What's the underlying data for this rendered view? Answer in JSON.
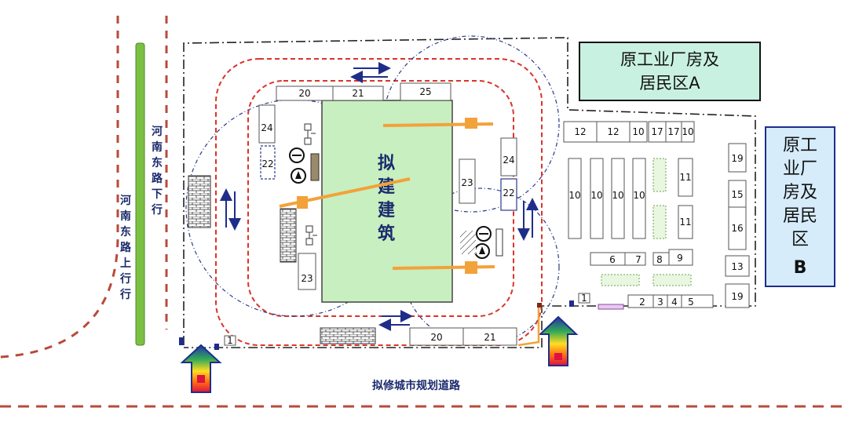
{
  "road_left_down": [
    "河",
    "南",
    "东",
    "路",
    "下",
    "行"
  ],
  "road_left_up": [
    "河",
    "南",
    "东",
    "路",
    "上",
    "行",
    "行"
  ],
  "road_bottom": "拟修城市规划道路",
  "building": [
    "拟",
    "建",
    "建",
    "筑"
  ],
  "area_a": {
    "line1": "原工业厂房及",
    "line2": "居民区A"
  },
  "area_b": [
    "原工",
    "业厂",
    "房及",
    "居民",
    "区",
    "B"
  ],
  "labels": {
    "l20_top": "20",
    "l21_top": "21",
    "l25": "25",
    "l24_left": "24",
    "l22_left": "22",
    "l23_left": "23",
    "l23_right": "23",
    "l24_right": "24",
    "l22_right": "22",
    "l20_bottom": "20",
    "l21_bottom": "21",
    "l1_left": "1",
    "l1_right": "1",
    "r12a": "12",
    "r12b": "12",
    "r10top": "10",
    "r17a": "17",
    "r17b": "17",
    "r10c": "10",
    "r10_1": "10",
    "r10_2": "10",
    "r10_3": "10",
    "r10_4": "10",
    "r11a": "11",
    "r11b": "11",
    "r6": "6",
    "r7": "7",
    "r8": "8",
    "r9": "9",
    "r2": "2",
    "r3": "3",
    "r4": "4",
    "r5": "5",
    "r19a": "19",
    "r15": "15",
    "r16": "16",
    "r13": "13",
    "r19b": "19"
  },
  "colors": {
    "accent_blue": "#1f2d8a",
    "red_dash": "#d9342b",
    "green_road": "#7bc043",
    "building_fill": "#c8efc0",
    "area_a_fill": "#c9f1e2",
    "area_b_fill": "#d6ecfb"
  }
}
